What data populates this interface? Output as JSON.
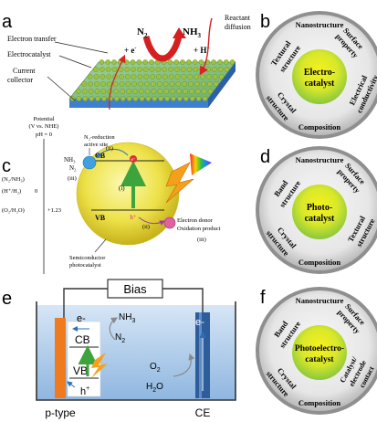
{
  "panel_a": {
    "letter": "a",
    "electron_transfer": "Electron transfer",
    "electrocatalyst": "Electrocatalyst",
    "current_collector_1": "Current",
    "current_collector_2": "collector",
    "n2": "N",
    "n2_sub": "2",
    "nh3": "NH",
    "nh3_sub": "3",
    "e_minus": "+ e",
    "e_minus_sup": "-",
    "h_plus": "+ H",
    "h_plus_sup": "+",
    "reactant_1": "Reactant",
    "reactant_2": "diffusion"
  },
  "panel_b": {
    "letter": "b",
    "center_1": "Electro-",
    "center_2": "catalyst",
    "ring": [
      "Nanostructure",
      "Surface property",
      "Electrical conductivity",
      "Composition",
      "Crystal structure",
      "Textural structure"
    ],
    "ring_lines": [
      [
        "Surface",
        "property"
      ],
      [
        "Electrical",
        "conductivity"
      ],
      [
        "Crystal",
        "structure"
      ],
      [
        "Textural",
        "structure"
      ]
    ]
  },
  "panel_c": {
    "letter": "c",
    "potential_1": "Potential",
    "potential_2": "(V vs. NHE)",
    "ph": "pH = 0",
    "level_n2": "(N₂/NH₃)",
    "level_h": "(H⁺/H₂)",
    "level_zero": "0",
    "level_o2": "(O₂/H₂O)",
    "level_o2_val": "+1.23",
    "n2_reduction_1": "N₂-reduction",
    "n2_reduction_2": "active site",
    "nh3": "NH₃",
    "n2": "N₂",
    "cb": "CB",
    "vb": "VB",
    "step_i": "(i)",
    "step_ii_top": "(ii)",
    "step_iii_left": "(iii)",
    "step_ii_right": "(ii)",
    "step_iii_right": "(iii)",
    "e_label": "e⁻",
    "h_label": "h⁺",
    "donor": "Electron donor",
    "oxidation": "Oxidation product",
    "semi_1": "Semiconductor",
    "semi_2": "photocatalyst"
  },
  "panel_d": {
    "letter": "d",
    "center_1": "Photo-",
    "center_2": "catalyst",
    "ring_lines": [
      [
        "Surface",
        "property"
      ],
      [
        "Textural",
        "structure"
      ],
      [
        "Crystal",
        "structure"
      ],
      [
        "Band",
        "structure"
      ]
    ],
    "top": "Nanostructure",
    "bottom": "Composition"
  },
  "panel_e": {
    "letter": "e",
    "bias": "Bias",
    "e_left": "e-",
    "cb": "CB",
    "vb": "VB",
    "h_plus": "h",
    "h_sup": "+",
    "nh3": "NH",
    "nh3_sub": "3",
    "n2": "N",
    "n2_sub": "2",
    "o2": "O",
    "o2_sub": "2",
    "h2o": "H",
    "h2o_sub": "2",
    "h2o_end": "O",
    "e_right": "e-",
    "ptype": "p-type",
    "ce": "CE"
  },
  "panel_f": {
    "letter": "f",
    "center_1": "Photoelectro-",
    "center_2": "catalyst",
    "top": "Nanostructure",
    "bottom": "Composition",
    "ring_lines": [
      [
        "Surface",
        "property"
      ],
      [
        "Catalyst/",
        "electrode",
        "contact"
      ],
      [
        "Crystal",
        "structure"
      ],
      [
        "Band",
        "structure"
      ]
    ]
  },
  "colors": {
    "ring_outer": "#9a9a9a",
    "ring_inner": "#f2f2f2",
    "center_yellow": "#f4ee10",
    "center_green": "#7cc242",
    "electrolyte": "#aac8ea",
    "photoanode": "#f07a1e",
    "cathode": "#2e5d9c",
    "arrow_red": "#e02020"
  }
}
